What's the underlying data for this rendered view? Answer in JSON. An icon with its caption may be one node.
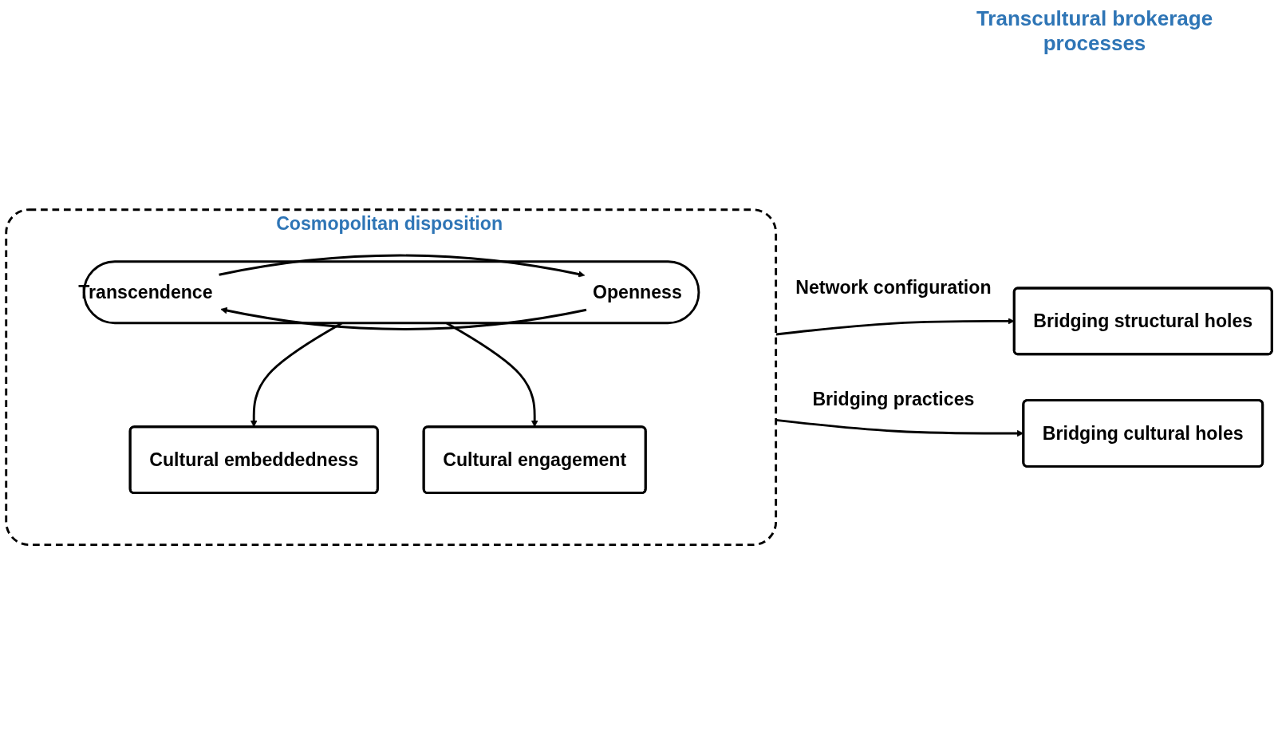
{
  "diagram": {
    "nodes": [
      {
        "text": [
          "Cosmopolitan disposition"
        ]
      },
      {
        "text": [
          "Cultural embeddedness"
        ],
        "in": 0
      },
      {
        "text": [],
        "shape": "ellipse",
        "in": 0
      },
      {
        "text": [
          "Transcendence"
        ],
        "in": 2
      },
      {
        "text": [
          "Openness"
        ],
        "in": 2
      },
      {
        "text": [
          "Cultural engagement"
        ],
        "in": 0
      },
      {
        "text": [
          "Bridging structural holes"
        ]
      },
      {
        "text": [
          "Bridging cultural holes"
        ]
      }
    ],
    "edges": [
      {
        "from": 2,
        "to": 1,
        "arrow": "to"
      },
      {
        "from": 3,
        "to": 4,
        "arrow": "to"
      },
      {
        "from": 4,
        "to": 3,
        "arrow": "to"
      },
      {
        "from": 2,
        "to": 5,
        "arrow": "to"
      },
      {
        "from": 0,
        "to": 6,
        "label": "Network configuration",
        "arrow": "to"
      },
      {
        "from": 0,
        "to": 7,
        "label": "Bridging practices",
        "arrow": "to"
      }
    ],
    "labels": [
      "Transcultural brokerage processes"
    ]
  }
}
